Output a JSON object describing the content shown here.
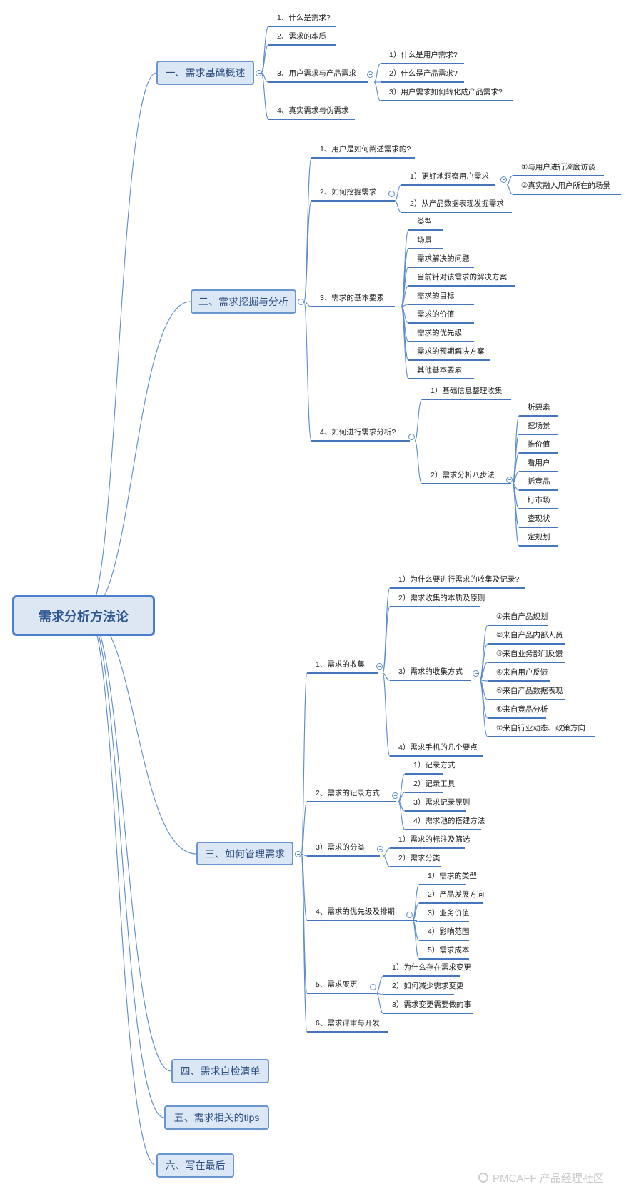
{
  "root": "需求分析方法论",
  "b1": {
    "title": "一、需求基础概述",
    "items": [
      "1、什么是需求?",
      "2、需求的本质",
      "3、用户需求与产品需求",
      "4、真实需求与伪需求"
    ],
    "sub3": [
      "1）什么是用户需求?",
      "2）什么是产品需求?",
      "3）用户需求如何转化成产品需求?"
    ]
  },
  "b2": {
    "title": "二、需求挖掘与分析",
    "items": [
      "1、用户是如何阐述需求的?",
      "2、如何挖掘需求",
      "3、需求的基本要素",
      "4、如何进行需求分析?"
    ],
    "s2": [
      "1）更好地洞察用户需求",
      "2）从产品数据表现发掘需求"
    ],
    "s2a": [
      "①与用户进行深度访谈",
      "②真实融入用户所在的场景"
    ],
    "s3": [
      "类型",
      "场景",
      "需求解决的问题",
      "当前针对该需求的解决方案",
      "需求的目标",
      "需求的价值",
      "需求的优先级",
      "需求的预期解决方案",
      "其他基本要素"
    ],
    "s4": [
      "1）基础信息整理收集",
      "2）需求分析八步法"
    ],
    "s4b": [
      "析要素",
      "挖场景",
      "推价值",
      "看用户",
      "拆竟品",
      "盯市场",
      "查现状",
      "定规划"
    ]
  },
  "b3": {
    "title": "三、如何管理需求",
    "items": [
      "1、需求的收集",
      "2、需求的记录方式",
      "3）需求的分类",
      "4、需求的优先级及排期",
      "5、需求变更",
      "6、需求评审与开发"
    ],
    "s1": [
      "1）为什么要进行需求的收集及记录?",
      "2）需求收集的本质及原则",
      "3）需求的收集方式",
      "4）需求手机的几个要点"
    ],
    "s1c": [
      "①来自产品规划",
      "②来自产品内部人员",
      "③来自业务部门反馈",
      "④来自用户反馈",
      "⑤来自产品数据表现",
      "⑥来自竟品分析",
      "⑦来自行业动态、政策方向"
    ],
    "s2": [
      "1）记录方式",
      "2）记录工具",
      "3）需求记录原则",
      "4）需求池的搭建方法"
    ],
    "s3": [
      "1）需求的标注及筛选",
      "2）需求分类"
    ],
    "s4": [
      "1）需求的类型",
      "2）产品发展方向",
      "3）业务价值",
      "4）影响范围",
      "5）需求成本"
    ],
    "s5": [
      "1）为什么存在需求变更",
      "2）如何减少需求变更",
      "3）需求变更需要做的事"
    ]
  },
  "b4": {
    "title": "四、需求自检清单"
  },
  "b5": {
    "title": "五、需求相关的tips"
  },
  "b6": {
    "title": "六、写在最后"
  },
  "watermark": "PMCAFF 产品经理社区"
}
